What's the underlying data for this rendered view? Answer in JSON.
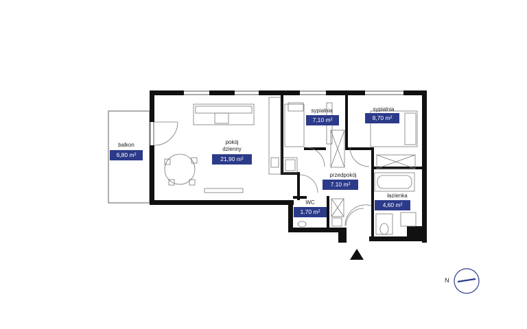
{
  "rooms": {
    "balkon": {
      "name": "balkon",
      "area": "6,80 m²"
    },
    "pokoj": {
      "name_line1": "pokój",
      "name_line2": "dzienny",
      "area": "21,90 m²"
    },
    "sypialnia1": {
      "name": "sypialnia",
      "area": "7,10 m²"
    },
    "sypialnia2": {
      "name": "sypialnia",
      "area": "8,70 m²"
    },
    "przedpokoj": {
      "name": "przedpokój",
      "area": "7.10 m²"
    },
    "wc": {
      "name": "WC",
      "area": "1.70 m²"
    },
    "lazienka": {
      "name": "łazienka",
      "area": "4,60 m²"
    }
  },
  "compass": {
    "letter": "N"
  },
  "colors": {
    "wall": "#111111",
    "badge": "#2c3a8a",
    "compass_needle": "#2c3a8a"
  },
  "icons": [
    "entrance-arrow-icon",
    "compass-icon"
  ]
}
